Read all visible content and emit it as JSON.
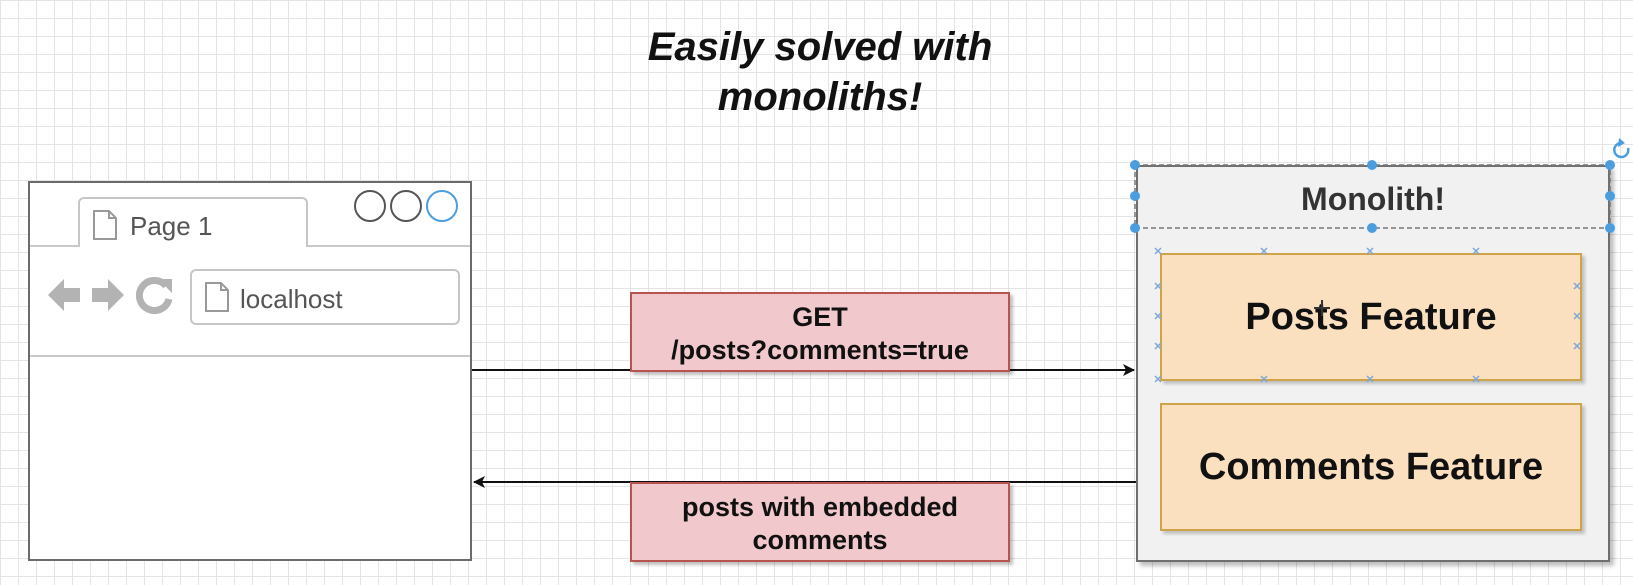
{
  "title": "Easily solved with monoliths!",
  "browser": {
    "tab_label": "Page 1",
    "address": "localhost"
  },
  "request": {
    "line1": "GET",
    "line2": "/posts?comments=true"
  },
  "response": {
    "line1": "posts with embedded",
    "line2": "comments"
  },
  "monolith": {
    "title": "Monolith!",
    "features": [
      "Posts Feature",
      "Comments Feature"
    ]
  },
  "colors": {
    "message_fill": "#f1c8cb",
    "message_border": "#b85450",
    "feature_fill": "#fbe0c0",
    "feature_border": "#cfa34a",
    "selection": "#4a9ee0"
  }
}
